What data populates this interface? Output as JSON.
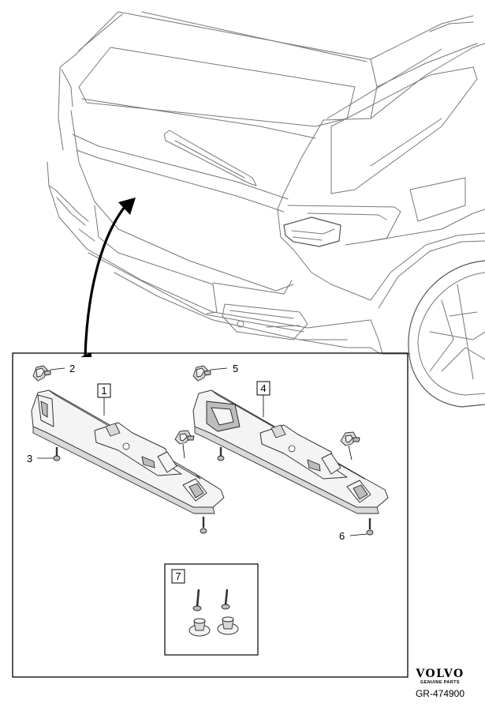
{
  "callouts": {
    "c1": "1",
    "c2": "2",
    "c3": "3",
    "c4": "4",
    "c5": "5",
    "c6": "6",
    "c7": "7"
  },
  "brand": {
    "logo_text": "VOLVO",
    "logo_subtitle": "GENUINE PARTS"
  },
  "reference_number": "GR-474900"
}
